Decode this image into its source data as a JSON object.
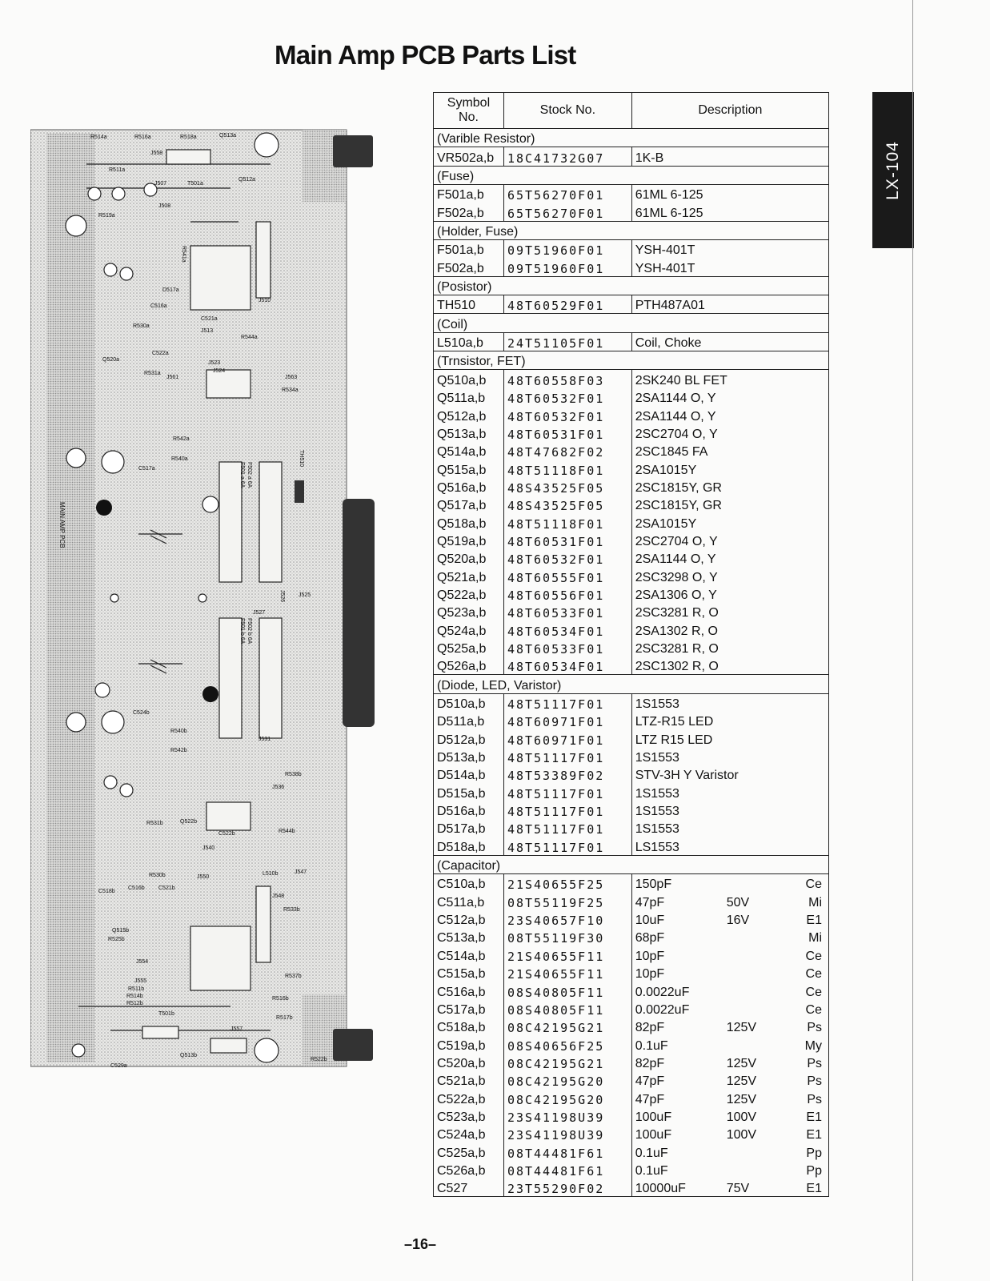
{
  "title": "Main Amp PCB Parts List",
  "side_tab": "LX-104",
  "page_number": "–16–",
  "table": {
    "headers": {
      "symbol": "Symbol No.",
      "stock": "Stock No.",
      "description": "Description"
    },
    "rows": [
      {
        "group": "(Varible Resistor)"
      },
      {
        "symbol": "VR502a,b",
        "stock": "18C41732G07",
        "description": "1K-B"
      },
      {
        "group": "(Fuse)"
      },
      {
        "symbol": "F501a,b",
        "stock": "65T56270F01",
        "description": "61ML 6-125"
      },
      {
        "symbol": "F502a,b",
        "stock": "65T56270F01",
        "description": "61ML 6-125"
      },
      {
        "group": "(Holder, Fuse)"
      },
      {
        "symbol": "F501a,b",
        "stock": "09T51960F01",
        "description": "YSH-401T"
      },
      {
        "symbol": "F502a,b",
        "stock": "09T51960F01",
        "description": "YSH-401T"
      },
      {
        "group": "(Posistor)"
      },
      {
        "symbol": "TH510",
        "stock": "48T60529F01",
        "description": "PTH487A01"
      },
      {
        "group": "(Coil)"
      },
      {
        "symbol": "L510a,b",
        "stock": "24T51105F01",
        "description": "Coil, Choke"
      },
      {
        "group": "(Trnsistor, FET)"
      },
      {
        "symbol": "Q510a,b",
        "stock": "48T60558F03",
        "description": "2SK240 BL FET"
      },
      {
        "symbol": "Q511a,b",
        "stock": "48T60532F01",
        "description": "2SA1144 O, Y"
      },
      {
        "symbol": "Q512a,b",
        "stock": "48T60532F01",
        "description": "2SA1144 O, Y"
      },
      {
        "symbol": "Q513a,b",
        "stock": "48T60531F01",
        "description": "2SC2704 O, Y"
      },
      {
        "symbol": "Q514a,b",
        "stock": "48T47682F02",
        "description": "2SC1845 FA"
      },
      {
        "symbol": "Q515a,b",
        "stock": "48T51118F01",
        "description": "2SA1015Y"
      },
      {
        "symbol": "Q516a,b",
        "stock": "48S43525F05",
        "description": "2SC1815Y, GR"
      },
      {
        "symbol": "Q517a,b",
        "stock": "48S43525F05",
        "description": "2SC1815Y, GR"
      },
      {
        "symbol": "Q518a,b",
        "stock": "48T51118F01",
        "description": "2SA1015Y"
      },
      {
        "symbol": "Q519a,b",
        "stock": "48T60531F01",
        "description": "2SC2704 O, Y"
      },
      {
        "symbol": "Q520a,b",
        "stock": "48T60532F01",
        "description": "2SA1144 O, Y"
      },
      {
        "symbol": "Q521a,b",
        "stock": "48T60555F01",
        "description": "2SC3298 O, Y"
      },
      {
        "symbol": "Q522a,b",
        "stock": "48T60556F01",
        "description": "2SA1306 O, Y"
      },
      {
        "symbol": "Q523a,b",
        "stock": "48T60533F01",
        "description": "2SC3281 R, O"
      },
      {
        "symbol": "Q524a,b",
        "stock": "48T60534F01",
        "description": "2SA1302 R, O"
      },
      {
        "symbol": "Q525a,b",
        "stock": "48T60533F01",
        "description": "2SC3281 R, O"
      },
      {
        "symbol": "Q526a,b",
        "stock": "48T60534F01",
        "description": "2SC1302 R, O"
      },
      {
        "group": "(Diode, LED, Varistor)"
      },
      {
        "symbol": "D510a,b",
        "stock": "48T51117F01",
        "description": "1S1553"
      },
      {
        "symbol": "D511a,b",
        "stock": "48T60971F01",
        "description": "LTZ-R15 LED"
      },
      {
        "symbol": "D512a,b",
        "stock": "48T60971F01",
        "description": "LTZ R15 LED"
      },
      {
        "symbol": "D513a,b",
        "stock": "48T51117F01",
        "description": "1S1553"
      },
      {
        "symbol": "D514a,b",
        "stock": "48T53389F02",
        "description": "STV-3H Y Varistor"
      },
      {
        "symbol": "D515a,b",
        "stock": "48T51117F01",
        "description": "1S1553"
      },
      {
        "symbol": "D516a,b",
        "stock": "48T51117F01",
        "description": "1S1553"
      },
      {
        "symbol": "D517a,b",
        "stock": "48T51117F01",
        "description": "1S1553"
      },
      {
        "symbol": "D518a,b",
        "stock": "48T51117F01",
        "description": "LS1553"
      },
      {
        "group": "(Capacitor)"
      },
      {
        "symbol": "C510a,b",
        "stock": "21S40655F25",
        "description": "150pF",
        "voltage": "",
        "type": "Ce"
      },
      {
        "symbol": "C511a,b",
        "stock": "08T55119F25",
        "description": "47pF",
        "voltage": "50V",
        "type": "Mi"
      },
      {
        "symbol": "C512a,b",
        "stock": "23S40657F10",
        "description": "10uF",
        "voltage": "16V",
        "type": "E1"
      },
      {
        "symbol": "C513a,b",
        "stock": "08T55119F30",
        "description": "68pF",
        "voltage": "",
        "type": "Mi"
      },
      {
        "symbol": "C514a,b",
        "stock": "21S40655F11",
        "description": "10pF",
        "voltage": "",
        "type": "Ce"
      },
      {
        "symbol": "C515a,b",
        "stock": "21S40655F11",
        "description": "10pF",
        "voltage": "",
        "type": "Ce"
      },
      {
        "symbol": "C516a,b",
        "stock": "08S40805F11",
        "description": "0.0022uF",
        "voltage": "",
        "type": "Ce"
      },
      {
        "symbol": "C517a,b",
        "stock": "08S40805F11",
        "description": "0.0022uF",
        "voltage": "",
        "type": "Ce"
      },
      {
        "symbol": "C518a,b",
        "stock": "08C42195G21",
        "description": "82pF",
        "voltage": "125V",
        "type": "Ps"
      },
      {
        "symbol": "C519a,b",
        "stock": "08S40656F25",
        "description": "0.1uF",
        "voltage": "",
        "type": "My"
      },
      {
        "symbol": "C520a,b",
        "stock": "08C42195G21",
        "description": "82pF",
        "voltage": "125V",
        "type": "Ps"
      },
      {
        "symbol": "C521a,b",
        "stock": "08C42195G20",
        "description": "47pF",
        "voltage": "125V",
        "type": "Ps"
      },
      {
        "symbol": "C522a,b",
        "stock": "08C42195G20",
        "description": "47pF",
        "voltage": "125V",
        "type": "Ps"
      },
      {
        "symbol": "C523a,b",
        "stock": "23S41198U39",
        "description": "100uF",
        "voltage": "100V",
        "type": "E1"
      },
      {
        "symbol": "C524a,b",
        "stock": "23S41198U39",
        "description": "100uF",
        "voltage": "100V",
        "type": "E1"
      },
      {
        "symbol": "C525a,b",
        "stock": "08T44481F61",
        "description": "0.1uF",
        "voltage": "",
        "type": "Pp"
      },
      {
        "symbol": "C526a,b",
        "stock": "08T44481F61",
        "description": "0.1uF",
        "voltage": "",
        "type": "Pp"
      },
      {
        "symbol": "C527",
        "stock": "23T55290F02",
        "description": "10000uF",
        "voltage": "75V",
        "type": "E1"
      }
    ]
  },
  "pcb_labels": {
    "top_left": "R514a",
    "r516a": "R516a",
    "r518a": "R518a",
    "q513a": "Q513a",
    "j558": "J558",
    "r511a": "R511a",
    "j507": "J507",
    "t501a": "T501a",
    "j508": "J508",
    "q512a": "Q512a",
    "r519a": "R519a",
    "r541a": "R541a",
    "d517a": "D517a",
    "c516a": "C516a",
    "c521a": "C521a",
    "j510": "J510",
    "r530a": "R530a",
    "j513": "J513",
    "r544a": "R544a",
    "c522a": "C522a",
    "j523": "J523",
    "j524": "J524",
    "q520a": "Q520a",
    "r531a": "R531a",
    "j561": "J561",
    "j563": "J563",
    "r534a": "R534a",
    "c517a": "C517a",
    "r542a": "R542a",
    "r540a": "R540a",
    "th510": "TH510",
    "f502a": "F502 a 6A",
    "f501a": "F501 a 6A",
    "j527": "J527",
    "j525": "J525",
    "j526": "J526",
    "f502b": "F502 b 6A",
    "f501b": "F501 b 6A",
    "c524b": "C524b",
    "r540b": "R540b",
    "r542b": "R542b",
    "j531": "J531",
    "r538b": "R538b",
    "j536": "J536",
    "r531b": "R531b",
    "q522b": "Q522b",
    "c522b": "C522b",
    "j540": "J540",
    "r544b": "R544b",
    "r530b": "R530b",
    "j550": "J550",
    "l510b": "L510b",
    "j547": "J547",
    "c518b": "C518b",
    "c516b": "C516b",
    "c521b": "C521b",
    "j548": "J548",
    "r533b": "R533b",
    "q515b": "Q515b",
    "r525b": "R525b",
    "j554": "J554",
    "j555": "J555",
    "r511b": "R511b",
    "r514b": "R514b",
    "r512b": "R512b",
    "r537b": "R537b",
    "r516b": "R516b",
    "t501b": "T501b",
    "j557": "J557",
    "r517b": "R517b",
    "q513b": "Q513b",
    "r522b": "R522b",
    "c529a": "C529a",
    "main_amp": "MAIN AMP PCB"
  }
}
